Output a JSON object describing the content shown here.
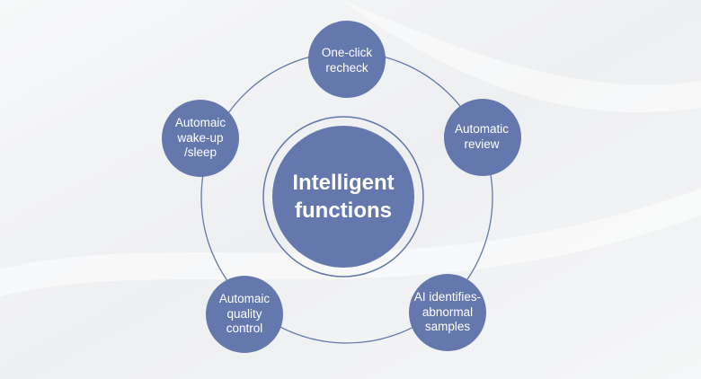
{
  "center": {
    "lines": [
      "Intelligent",
      "functions"
    ]
  },
  "nodes": [
    {
      "id": "one-click-recheck",
      "lines": [
        "One-click",
        "recheck"
      ]
    },
    {
      "id": "automatic-review",
      "lines": [
        "Automatic",
        "review"
      ]
    },
    {
      "id": "ai-identifies-abnormal-samples",
      "lines": [
        "AI identifies-",
        "abnormal",
        "samples"
      ]
    },
    {
      "id": "automaic-quality-control",
      "lines": [
        "Automaic",
        "quality",
        "control"
      ]
    },
    {
      "id": "automaic-wake-up-sleep",
      "lines": [
        "Automaic",
        "wake-up",
        "/sleep"
      ]
    }
  ],
  "colors": {
    "node_fill": "#6478ad",
    "orbit_stroke": "#6478ad",
    "center_fill": "#6478ad",
    "center_ring": "#6478ad",
    "background": "#f2f3f5",
    "text": "#ffffff"
  }
}
